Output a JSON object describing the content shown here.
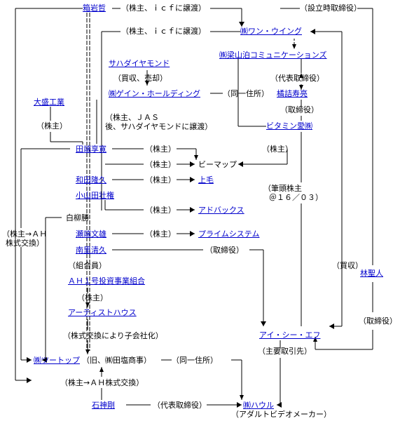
{
  "nodes": {
    "hakoiwa": "箱岩哲",
    "wan_wing": "㈱ワン・ウイング",
    "shiryou": "㈱梁山泊コミュニケーションズ",
    "sahadia": "サハダイヤモンド",
    "gein": "㈱ゲイン・ホールディング",
    "tsuji": "橘詰寿亮",
    "taisei": "大盛工業",
    "vitamin": "ビタミン愛㈱",
    "tabata": "田端享寛",
    "bmap": "ビーマップ",
    "wada": "和田隆久",
    "joumo": "上毛",
    "oyamada": "小山田壮権",
    "adbox": "アドバックス",
    "shirayanagi": "白柳勝",
    "sebata": "瀬端文雄",
    "prime": "プライムシステム",
    "nanri": "南里清久",
    "hayashi": "林聖人",
    "ah1": "ＡＨ１号投資事業組合",
    "artist": "アーティストハウス",
    "ice": "アイ・シー・エフ",
    "tsutop": "㈱ツートップ",
    "ishigami": "石神剛",
    "howl": "㈱ハウル"
  },
  "labels": {
    "l1": "（株主、ｉｃｆに譲渡）",
    "l2": "（設立時取締役）",
    "l3": "（株主、ｉｃｆに譲渡）",
    "l4": "（買収、売却）",
    "l5": "（代表取締役）",
    "l6": "（同一住所）",
    "l7": "（取締役）",
    "l8": "（株主）",
    "l9a": "（株主、ＪＡＳ",
    "l9b": "後、サハダイヤモンドに譲渡）",
    "l10": "（株主）",
    "l11": "（株主）",
    "l12": "（株主）",
    "l13": "（株主）",
    "l14a": "（筆頭株主",
    "l14b": "＠１６／０３）",
    "l15": "（株主）",
    "l16a": "（株主→ＡＨ",
    "l16b": "株式交換）",
    "l17": "（株主）",
    "l18": "（取締役）",
    "l19": "（組合員）",
    "l20": "（買収）",
    "l21": "（株主）",
    "l22": "（取締役）",
    "l23": "（株式交換により子会社化）",
    "l24": "（旧、㈱田塩商事）",
    "l25": "（同一住所）",
    "l26": "（主要取引先）",
    "l27": "（株主→ＡＨ株式交換）",
    "l28": "（代表取締役）",
    "l29": "（アダルトビデオメーカー）"
  }
}
